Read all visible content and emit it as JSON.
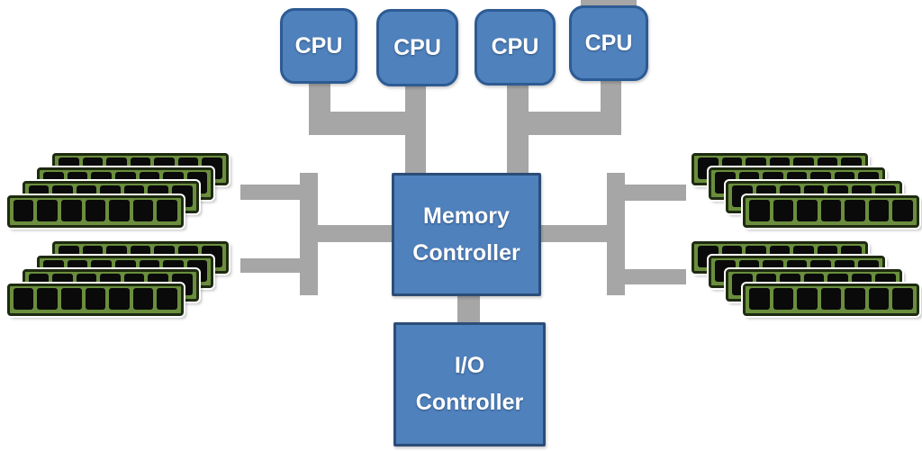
{
  "diagram": {
    "type": "system-architecture",
    "cpus": [
      {
        "label": "CPU"
      },
      {
        "label": "CPU"
      },
      {
        "label": "CPU"
      },
      {
        "label": "CPU"
      }
    ],
    "memory_controller": {
      "line1": "Memory",
      "line2": "Controller"
    },
    "io_controller": {
      "line1": "I/O",
      "line2": "Controller"
    },
    "memory_banks": {
      "left_top": {
        "modules": 4,
        "chips_per_module": 7
      },
      "left_bottom": {
        "modules": 4,
        "chips_per_module": 7
      },
      "right_top": {
        "modules": 4,
        "chips_per_module": 7
      },
      "right_bottom": {
        "modules": 4,
        "chips_per_module": 7
      }
    },
    "colors": {
      "box_fill": "#4f81bd",
      "cpu_border": "#2d5b94",
      "controller_border": "#2c4d77",
      "connector": "#a6a6a6",
      "dimm_green": "#6a8e3d",
      "dimm_border": "#1e2a10",
      "chip": "#0a0a0a",
      "background": "#ffffff",
      "text": "#ffffff"
    }
  }
}
